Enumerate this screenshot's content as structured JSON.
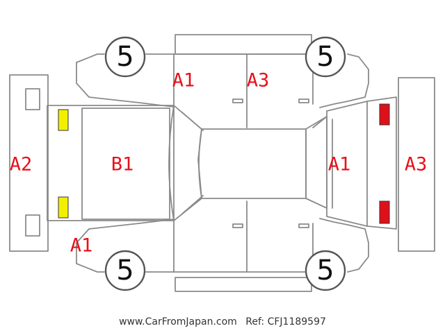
{
  "colors": {
    "label": "#e8101a",
    "yellow_marker": "#f2ef00",
    "red_marker": "#e0101a"
  },
  "wheels": [
    {
      "id": "front-left",
      "label": "5"
    },
    {
      "id": "rear-left",
      "label": "5"
    },
    {
      "id": "front-right",
      "label": "5"
    },
    {
      "id": "rear-right",
      "label": "5"
    }
  ],
  "labels": {
    "front_bumper": "A2",
    "hood": "B1",
    "front_left_fender": "A1",
    "left_front_door": "A1",
    "left_rear_door": "A3",
    "tailgate": "A1",
    "rear_bumper": "A3"
  },
  "footer": {
    "site": "www.CarFromJapan.com",
    "ref": "Ref: CFJ1189597"
  }
}
